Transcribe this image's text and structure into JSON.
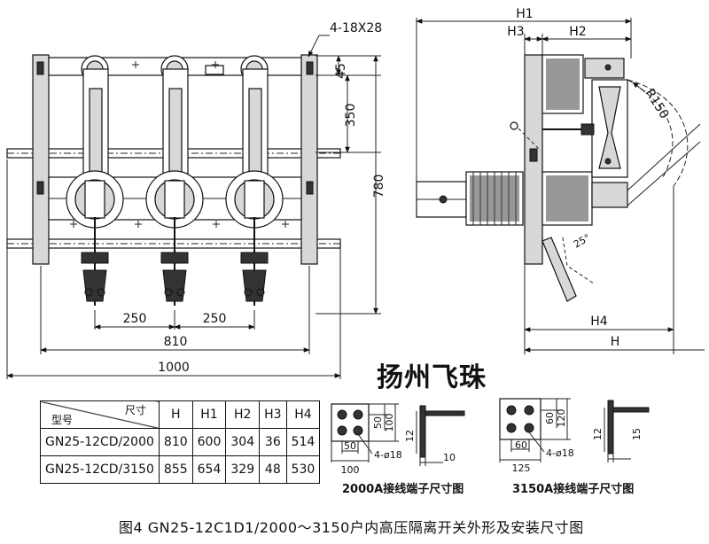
{
  "front_view": {
    "hole_note": "4-18X28",
    "dim_45": "45",
    "dim_350": "350",
    "dim_780": "780",
    "dim_250_a": "250",
    "dim_250_b": "250",
    "dim_810": "810",
    "dim_1000": "1000"
  },
  "side_view": {
    "H1": "H1",
    "H3": "H3",
    "H2": "H2",
    "R150": "R150",
    "angle": "25°",
    "H4": "H4",
    "H": "H"
  },
  "brand": "扬州飞珠",
  "table": {
    "header_corner_top": "尺寸",
    "header_corner_bottom": "型号",
    "columns": [
      "H",
      "H1",
      "H2",
      "H3",
      "H4"
    ],
    "rows": [
      {
        "model": "GN25-12CD/2000",
        "values": [
          "810",
          "600",
          "304",
          "36",
          "514"
        ]
      },
      {
        "model": "GN25-12CD/3150",
        "values": [
          "855",
          "654",
          "329",
          "48",
          "530"
        ]
      }
    ]
  },
  "terminal_2000": {
    "dim_50_v": "50",
    "dim_100_v": "100",
    "dim_50_h": "50",
    "dim_100_h": "100",
    "holes": "4-ø18",
    "dim_12": "12",
    "dim_10": "10",
    "caption": "2000A接线端子尺寸图"
  },
  "terminal_3150": {
    "dim_60_v": "60",
    "dim_120_v": "120",
    "dim_60_h": "60",
    "dim_125_h": "125",
    "holes": "4-ø18",
    "dim_12": "12",
    "dim_15": "15",
    "caption": "3150A接线端子尺寸图"
  },
  "caption": "图4   GN25-12C1D1/2000～3150户内高压隔离开关外形及安装尺寸图"
}
